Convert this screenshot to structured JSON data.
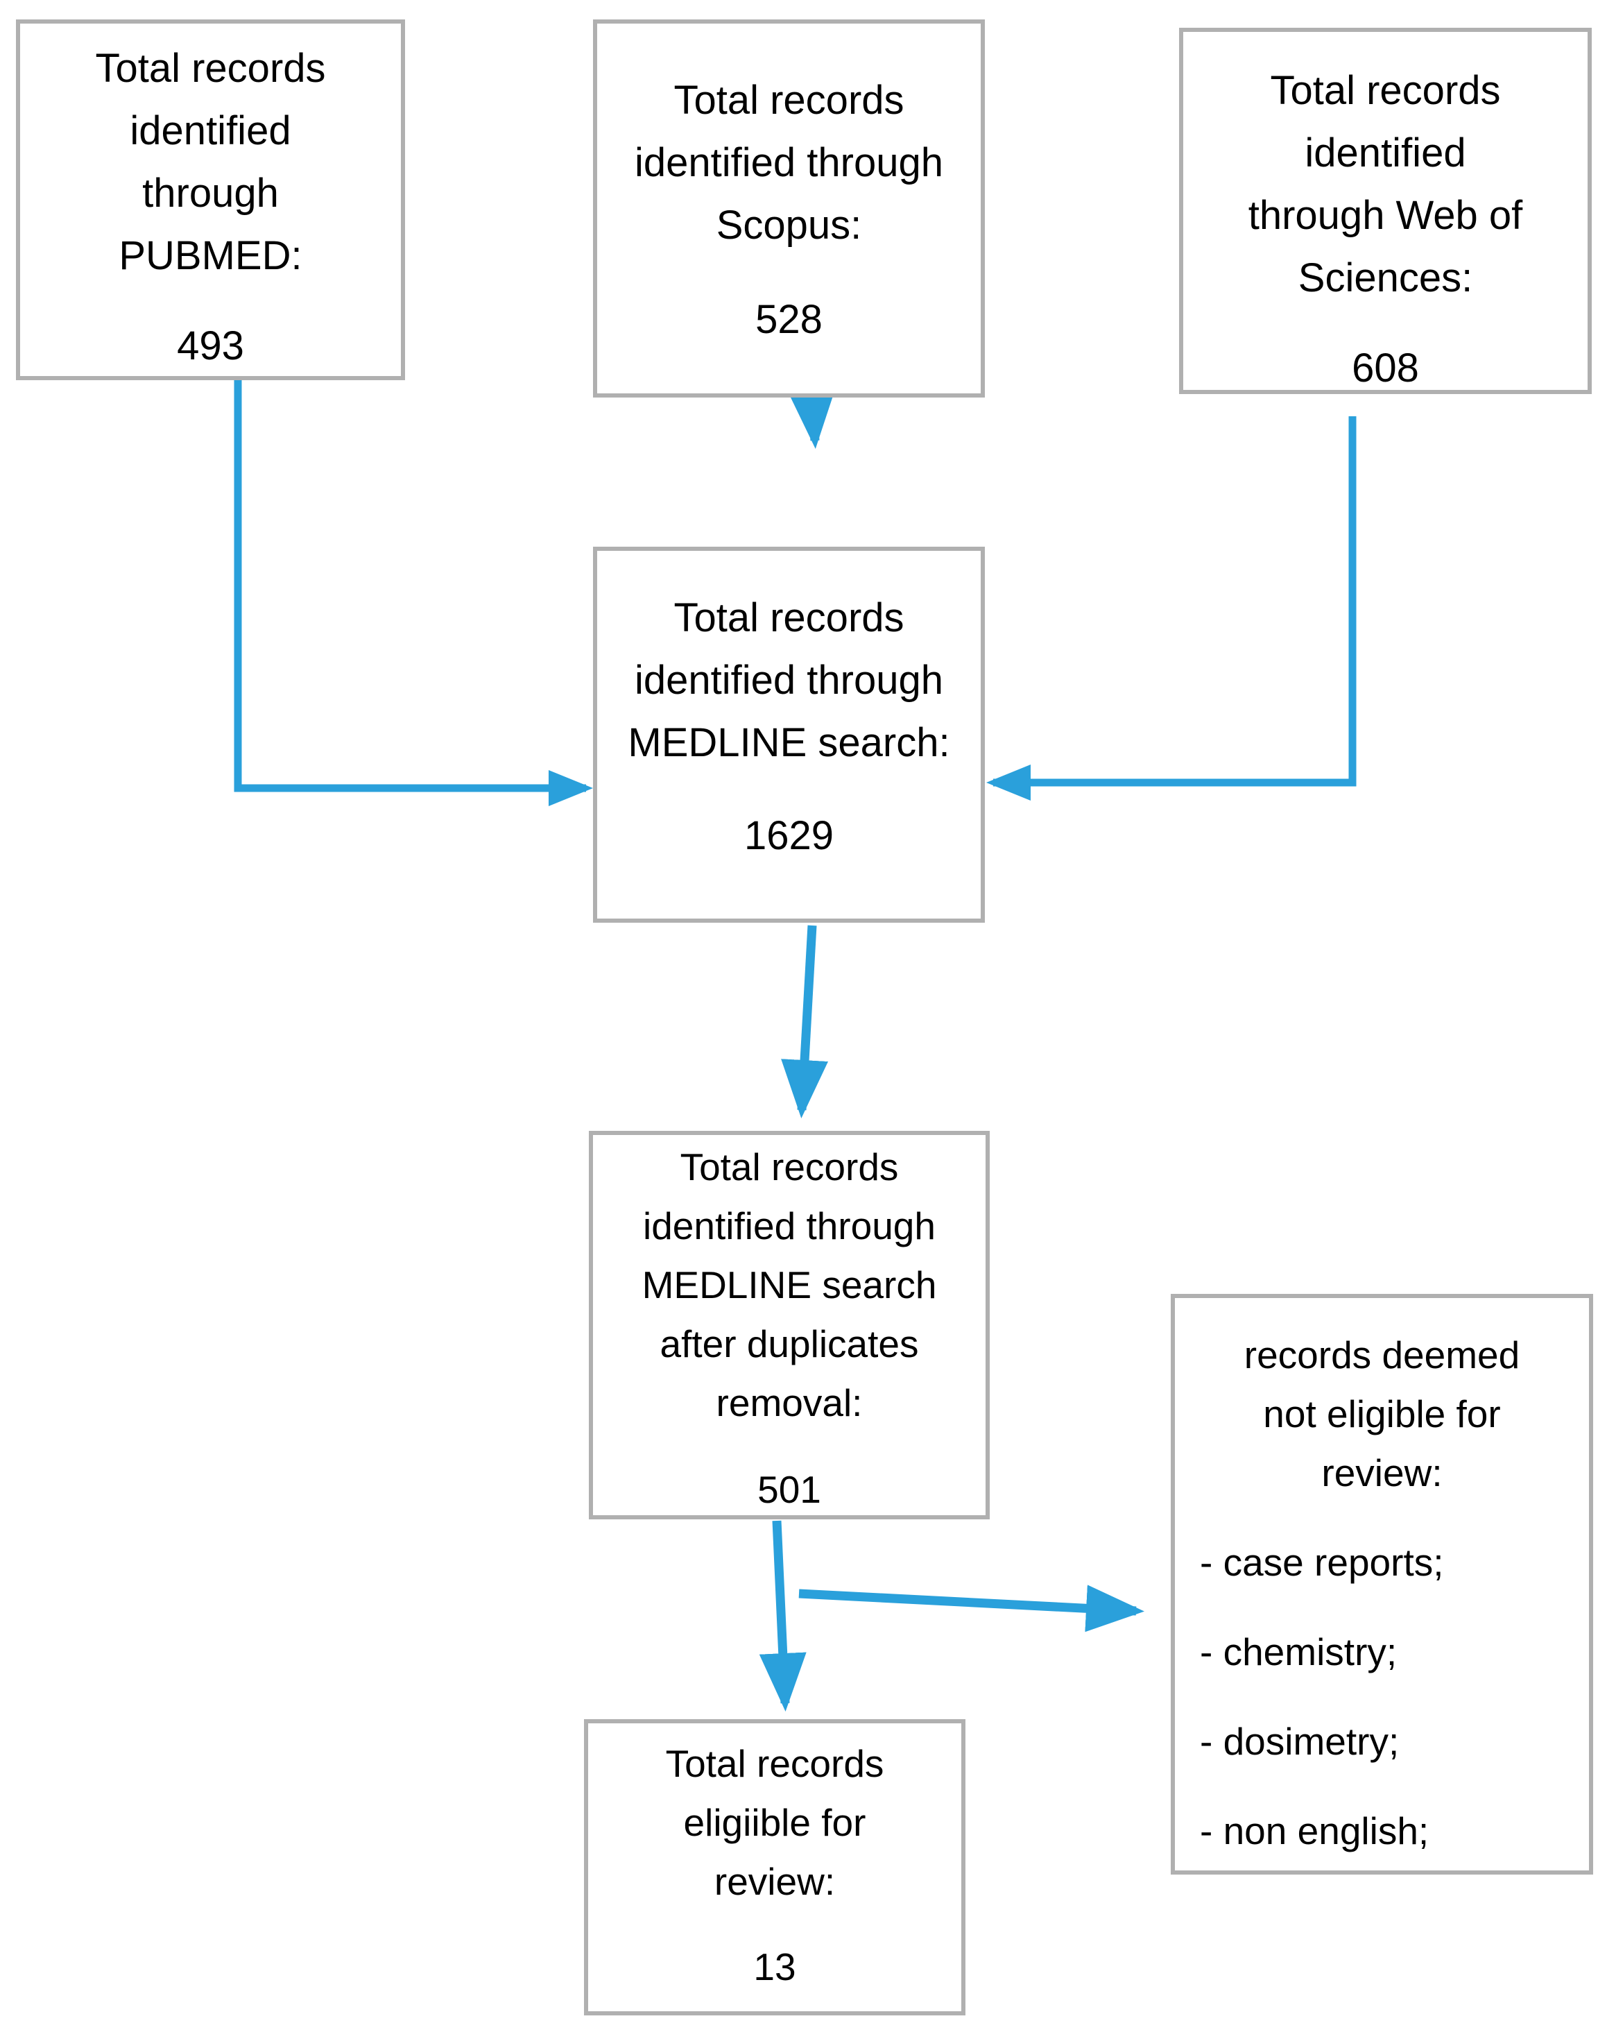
{
  "colors": {
    "arrow": "#2aa0db",
    "box_border": "#b0b0b0",
    "text": "#000000",
    "background": "#ffffff"
  },
  "boxes": {
    "pubmed": {
      "lines": [
        "Total records",
        "identified",
        "through",
        "PUBMED:"
      ],
      "value": "493"
    },
    "scopus": {
      "lines": [
        "Total records",
        "identified through",
        "Scopus:"
      ],
      "value": "528"
    },
    "web_of_sciences": {
      "lines": [
        "Total records",
        "identified",
        "through Web of",
        "Sciences:"
      ],
      "value": "608"
    },
    "medline": {
      "lines": [
        "Total records",
        "identified through",
        "MEDLINE search:"
      ],
      "value": "1629"
    },
    "duplicates_removed": {
      "lines": [
        "Total records",
        "identified through",
        "MEDLINE search",
        "after duplicates",
        "removal:"
      ],
      "value": "501"
    },
    "not_eligible": {
      "lines": [
        "records deemed",
        "not eligible for",
        "review:"
      ],
      "items": [
        "- case reports;",
        "- chemistry;",
        "- dosimetry;",
        "- non english;"
      ]
    },
    "eligible": {
      "lines": [
        "Total records",
        "eligiible for",
        "review:"
      ],
      "value": "13"
    }
  }
}
